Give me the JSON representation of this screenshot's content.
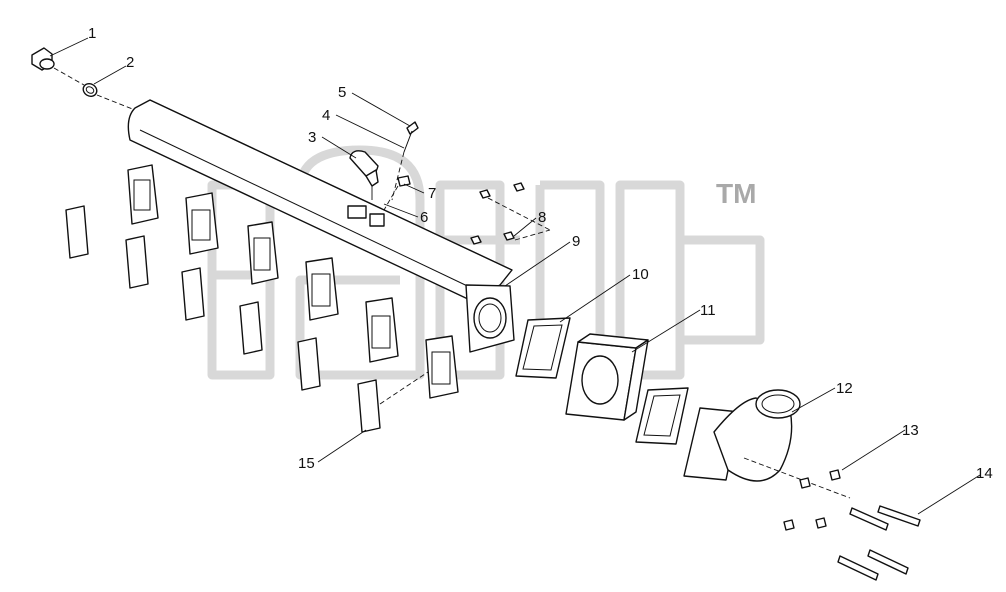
{
  "watermark": {
    "trademark": "TM"
  },
  "callouts": [
    {
      "id": "1",
      "label": "1"
    },
    {
      "id": "2",
      "label": "2"
    },
    {
      "id": "3",
      "label": "3"
    },
    {
      "id": "4",
      "label": "4"
    },
    {
      "id": "5",
      "label": "5"
    },
    {
      "id": "6",
      "label": "6"
    },
    {
      "id": "7",
      "label": "7"
    },
    {
      "id": "8",
      "label": "8"
    },
    {
      "id": "9",
      "label": "9"
    },
    {
      "id": "10",
      "label": "10"
    },
    {
      "id": "11",
      "label": "11"
    },
    {
      "id": "12",
      "label": "12"
    },
    {
      "id": "13",
      "label": "13"
    },
    {
      "id": "14",
      "label": "14"
    },
    {
      "id": "15",
      "label": "15"
    }
  ]
}
